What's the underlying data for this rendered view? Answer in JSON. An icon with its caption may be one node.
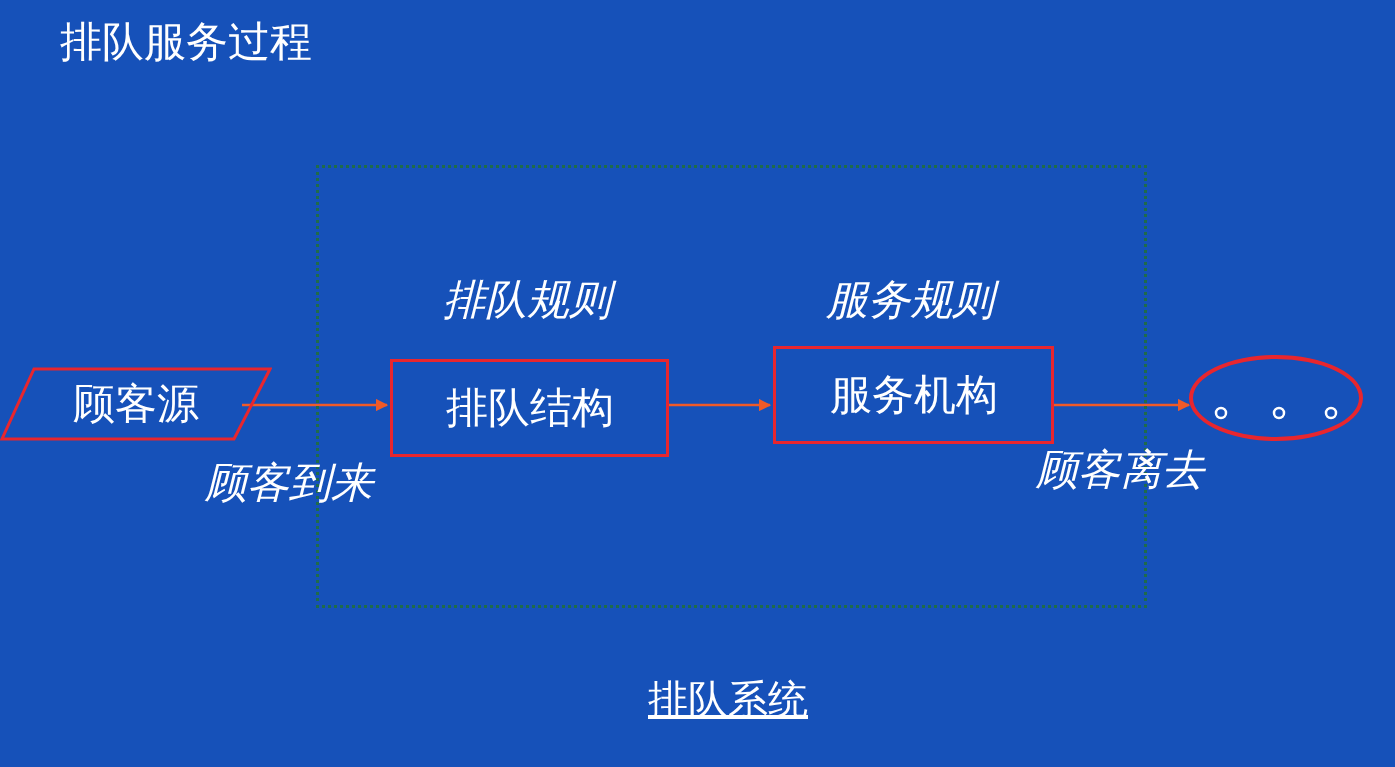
{
  "diagram": {
    "title": "排队服务过程",
    "nodes": [
      {
        "text": [],
        "shape": "box"
      },
      {
        "text": [
          "顾客源"
        ]
      },
      {
        "text": [
          "排队结构"
        ],
        "in": 0,
        "beside": [
          "排队规则"
        ]
      },
      {
        "text": [
          "服务机构"
        ],
        "in": 0,
        "beside": [
          "服务规则"
        ]
      },
      {
        "text": [],
        "shape": "circle"
      }
    ],
    "edges": [
      {
        "from": 1,
        "to": 2,
        "arrow": "to",
        "label": "顾客到来"
      },
      {
        "from": 2,
        "to": 3,
        "arrow": "to"
      },
      {
        "from": 3,
        "to": 4,
        "arrow": "to",
        "label": "顾客离去"
      }
    ],
    "labels": [
      "排队系统"
    ]
  }
}
